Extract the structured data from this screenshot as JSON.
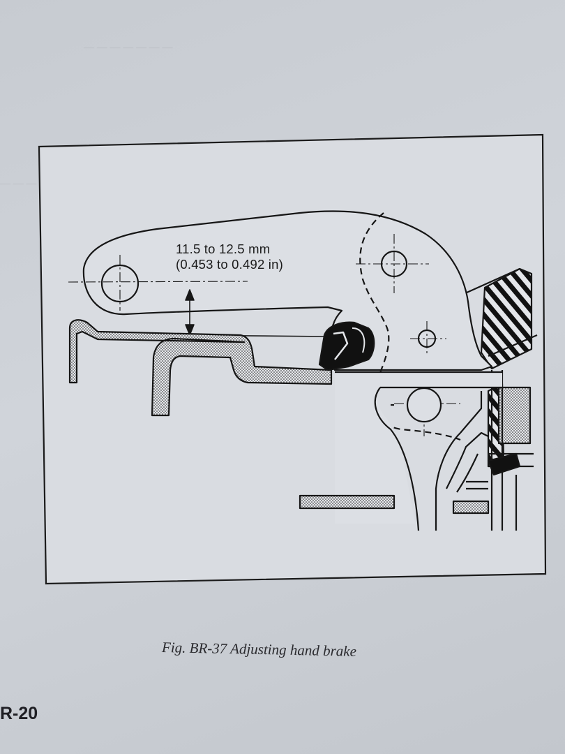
{
  "document": {
    "dimension": {
      "metric": "11.5 to 12.5 mm",
      "imperial": "(0.453 to 0.492 in)"
    },
    "caption": "Fig. BR-37  Adjusting hand brake",
    "page_number": "R-20"
  },
  "colors": {
    "paper": "#cbcfd5",
    "ink": "#1b1b1b",
    "frame_fill": "#dadde2"
  }
}
